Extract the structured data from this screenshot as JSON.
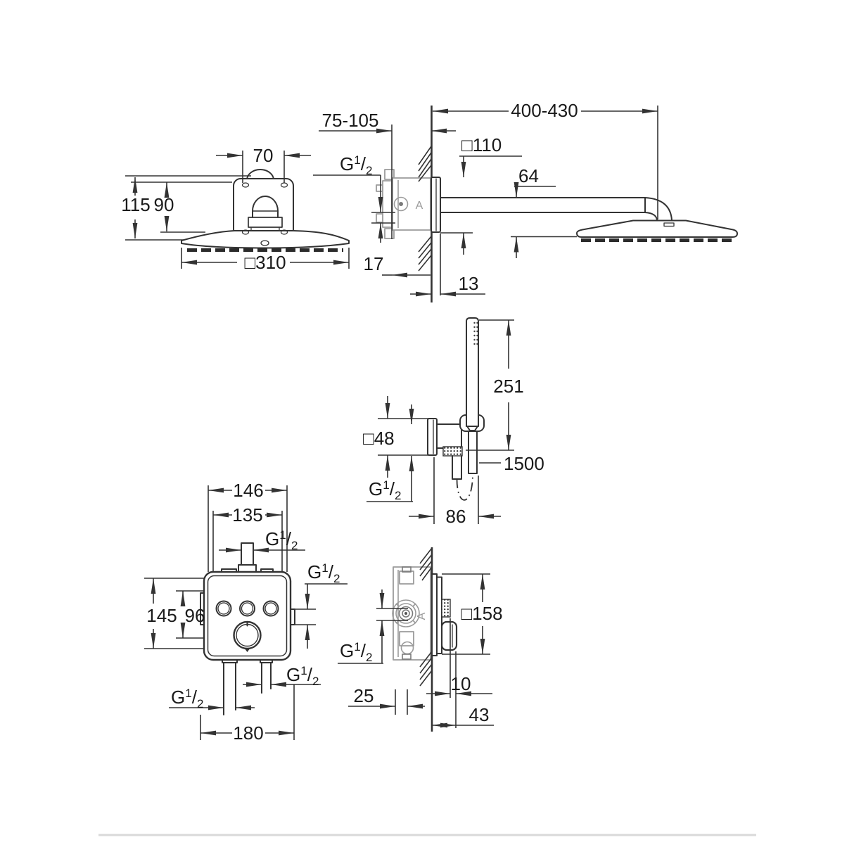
{
  "thread": {
    "base": "G",
    "sup": "1",
    "slash": "/",
    "sub": "2"
  },
  "body_marker": "A",
  "views": {
    "head_rear": {
      "dim_bracket_width": "70",
      "dim_height_outer": "115",
      "dim_height_inner": "90",
      "dim_face": "□310"
    },
    "head_side": {
      "dim_recess_depth": "75-105",
      "dim_arm_length": "400-430",
      "dim_flange": "□110",
      "dim_arm_drop": "64",
      "dim_body_offset": "17",
      "dim_flange_depth": "13"
    },
    "hand_shower": {
      "dim_length": "251",
      "dim_flange": "□48",
      "dim_hose_length": "1500",
      "dim_offset": "86"
    },
    "valve_front": {
      "dim_box_width": "146",
      "dim_box_inner": "135",
      "dim_box_height": "145",
      "dim_port_spacing": "96",
      "dim_plate_width": "180"
    },
    "valve_side": {
      "dim_plate": "□158",
      "dim_depth_min": "25",
      "dim_knob": "10",
      "dim_protrusion": "43"
    }
  },
  "colors": {
    "line": "#333333",
    "gray": "#9b9b9b",
    "dark_gray": "#7a7a7a",
    "text": "#1a1a1a",
    "divider": "#d9d9d9",
    "background": "#ffffff"
  }
}
